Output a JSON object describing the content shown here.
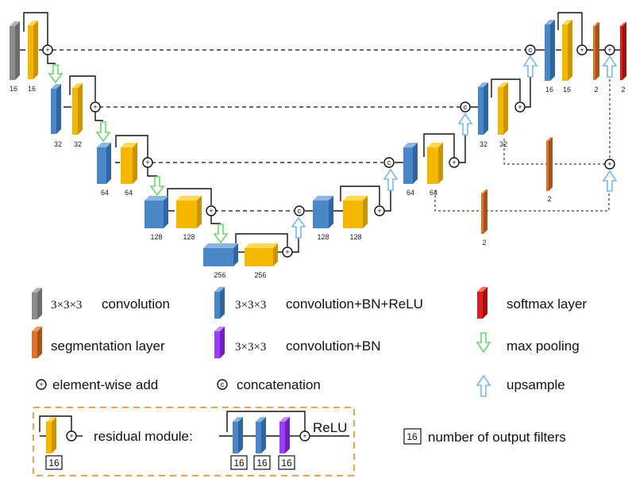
{
  "colors": {
    "gray": "#8c8c8c",
    "blue": "#4a87c6",
    "yellow": "#f5b800",
    "orange": "#d9742b",
    "red": "#e01e1e",
    "purple": "#9b3df0",
    "pool_arrow": "#6dd66d",
    "up_arrow": "#7ab8ee",
    "frame_dash": "#f5a04a"
  },
  "labels": {
    "l16a": "16",
    "l16b": "16",
    "l32a": "32",
    "l32b": "32",
    "l64a": "64",
    "l64b": "64",
    "l128a": "128",
    "l128b": "128",
    "l256a": "256",
    "l256b": "256",
    "r128a": "128",
    "r128b": "128",
    "r64a": "64",
    "r64b": "64",
    "r32a": "32",
    "r32b": "32",
    "r16a": "16",
    "r16b": "16",
    "seg_out": "2",
    "softmax_out": "2",
    "seg_mid": "2",
    "seg_low": "2"
  },
  "ops": {
    "add": "+",
    "concat": "c"
  },
  "legend": {
    "conv_prefix": "3×3×3",
    "conv": "convolution",
    "conv_bn_relu_prefix": "3×3×3",
    "conv_bn_relu": "convolution+BN+ReLU",
    "softmax": "softmax layer",
    "segmentation": "segmentation layer",
    "conv_bn_prefix": "3×3×3",
    "conv_bn": "convolution+BN",
    "max_pooling": "max pooling",
    "add": "element-wise add",
    "concat": "concatenation",
    "upsample": "upsample"
  },
  "residual": {
    "title": "residual module:",
    "relu": "ReLU",
    "icon_filters": "16",
    "filters": [
      "16",
      "16",
      "16"
    ]
  },
  "filters_note": {
    "value": "16",
    "text": "number of output filters"
  }
}
